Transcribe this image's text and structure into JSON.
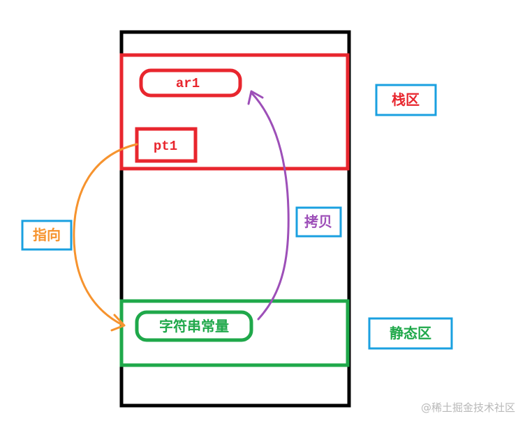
{
  "labels": {
    "ar1": "ar1",
    "pt1": "pt1",
    "string_constant": "字符串常量",
    "stack_area": "栈区",
    "static_area": "静态区",
    "points_to": "指向",
    "copy": "拷贝"
  },
  "watermark": "@稀土掘金技术社区",
  "colors": {
    "memory_outline": "#000000",
    "stack": "#e8262e",
    "static": "#1fa84a",
    "region_label_border": "#1aa0e0",
    "points_to_arrow": "#f6932e",
    "copy_arrow": "#9d4fb8",
    "region_label_text": "#e8262e",
    "static_label_text": "#1fa84a",
    "points_to_text": "#f6932e",
    "copy_text": "#9d4fb8"
  }
}
